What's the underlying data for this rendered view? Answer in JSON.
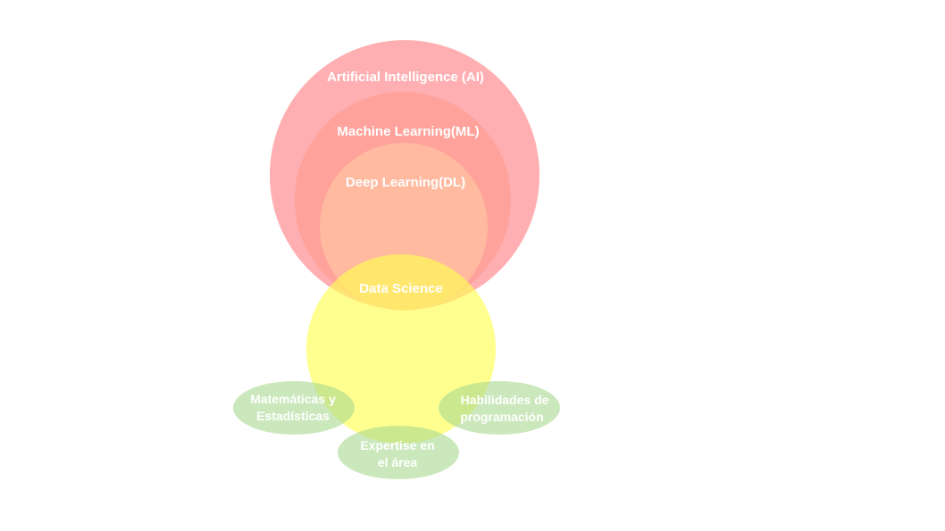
{
  "diagram": {
    "ai_label": "Artificial Intelligence (AI)",
    "ml_label": "Machine Learning(ML)",
    "dl_label": "Deep Learning(DL)",
    "ds_label": "Data Science",
    "math_line1": "Matemáticas y",
    "math_line2": "Estadísticas",
    "prog_line1": "Habilidades de",
    "prog_line2": "programación",
    "domain_line1": "Expertise en",
    "domain_line2": "el área"
  },
  "colors": {
    "ai": "#ffa6a8",
    "ml": "#ff9e94",
    "dl": "#ffbca0",
    "ds": "#ffff80",
    "skills": "#b7dfa6",
    "text": "#ffffff"
  }
}
